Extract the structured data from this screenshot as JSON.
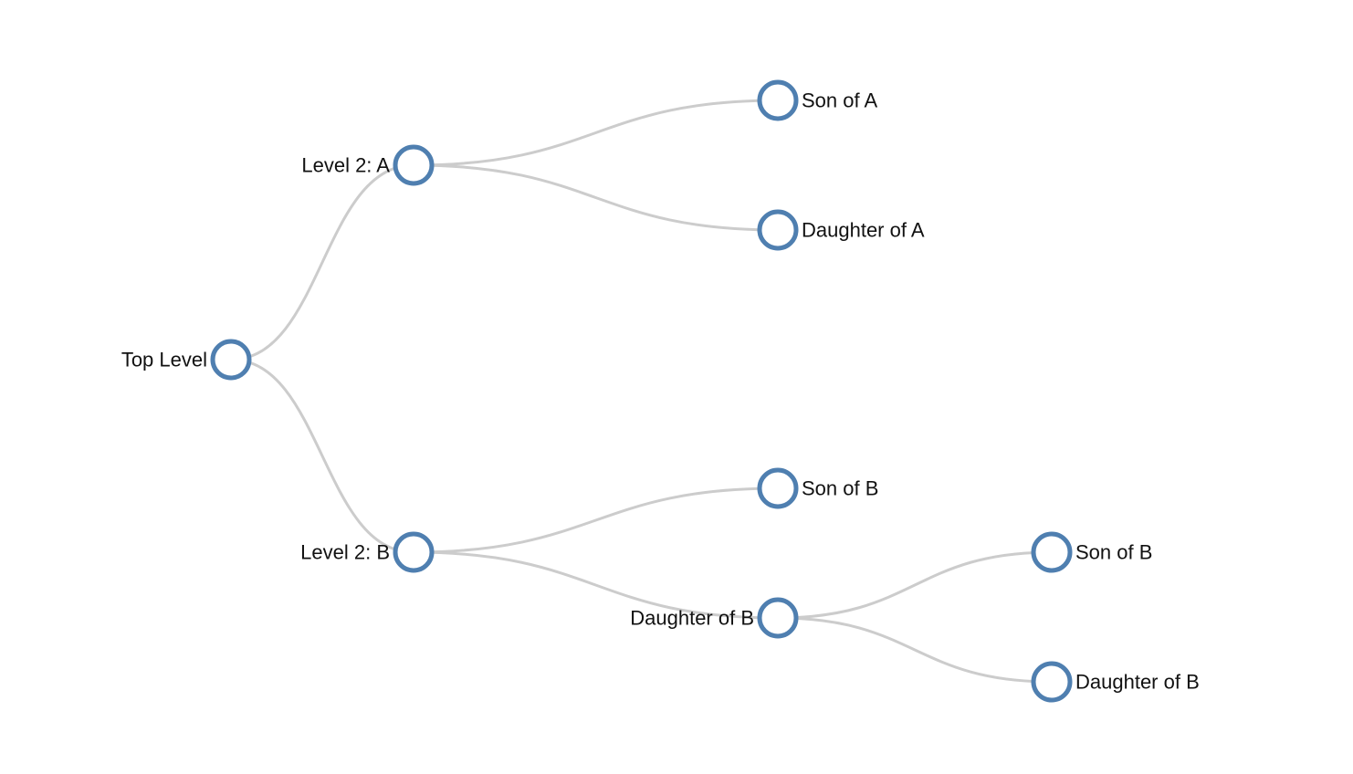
{
  "diagram": {
    "type": "tree",
    "orientation": "horizontal",
    "colors": {
      "link": "#cccccc",
      "node_stroke": "#4f7fb0",
      "node_fill": "#ffffff",
      "label": "#111111"
    },
    "nodes": [
      {
        "id": "n0",
        "label": "Top Level",
        "depth": 0,
        "parent": null
      },
      {
        "id": "n1",
        "label": "Level 2: A",
        "depth": 1,
        "parent": "n0"
      },
      {
        "id": "n2",
        "label": "Level 2: B",
        "depth": 1,
        "parent": "n0"
      },
      {
        "id": "n3",
        "label": "Son of A",
        "depth": 2,
        "parent": "n1"
      },
      {
        "id": "n4",
        "label": "Daughter of A",
        "depth": 2,
        "parent": "n1"
      },
      {
        "id": "n5",
        "label": "Son of B",
        "depth": 2,
        "parent": "n2"
      },
      {
        "id": "n6",
        "label": "Daughter of B",
        "depth": 2,
        "parent": "n2"
      },
      {
        "id": "n7",
        "label": "Son of B",
        "depth": 3,
        "parent": "n6"
      },
      {
        "id": "n8",
        "label": "Daughter of B",
        "depth": 3,
        "parent": "n6"
      }
    ]
  }
}
